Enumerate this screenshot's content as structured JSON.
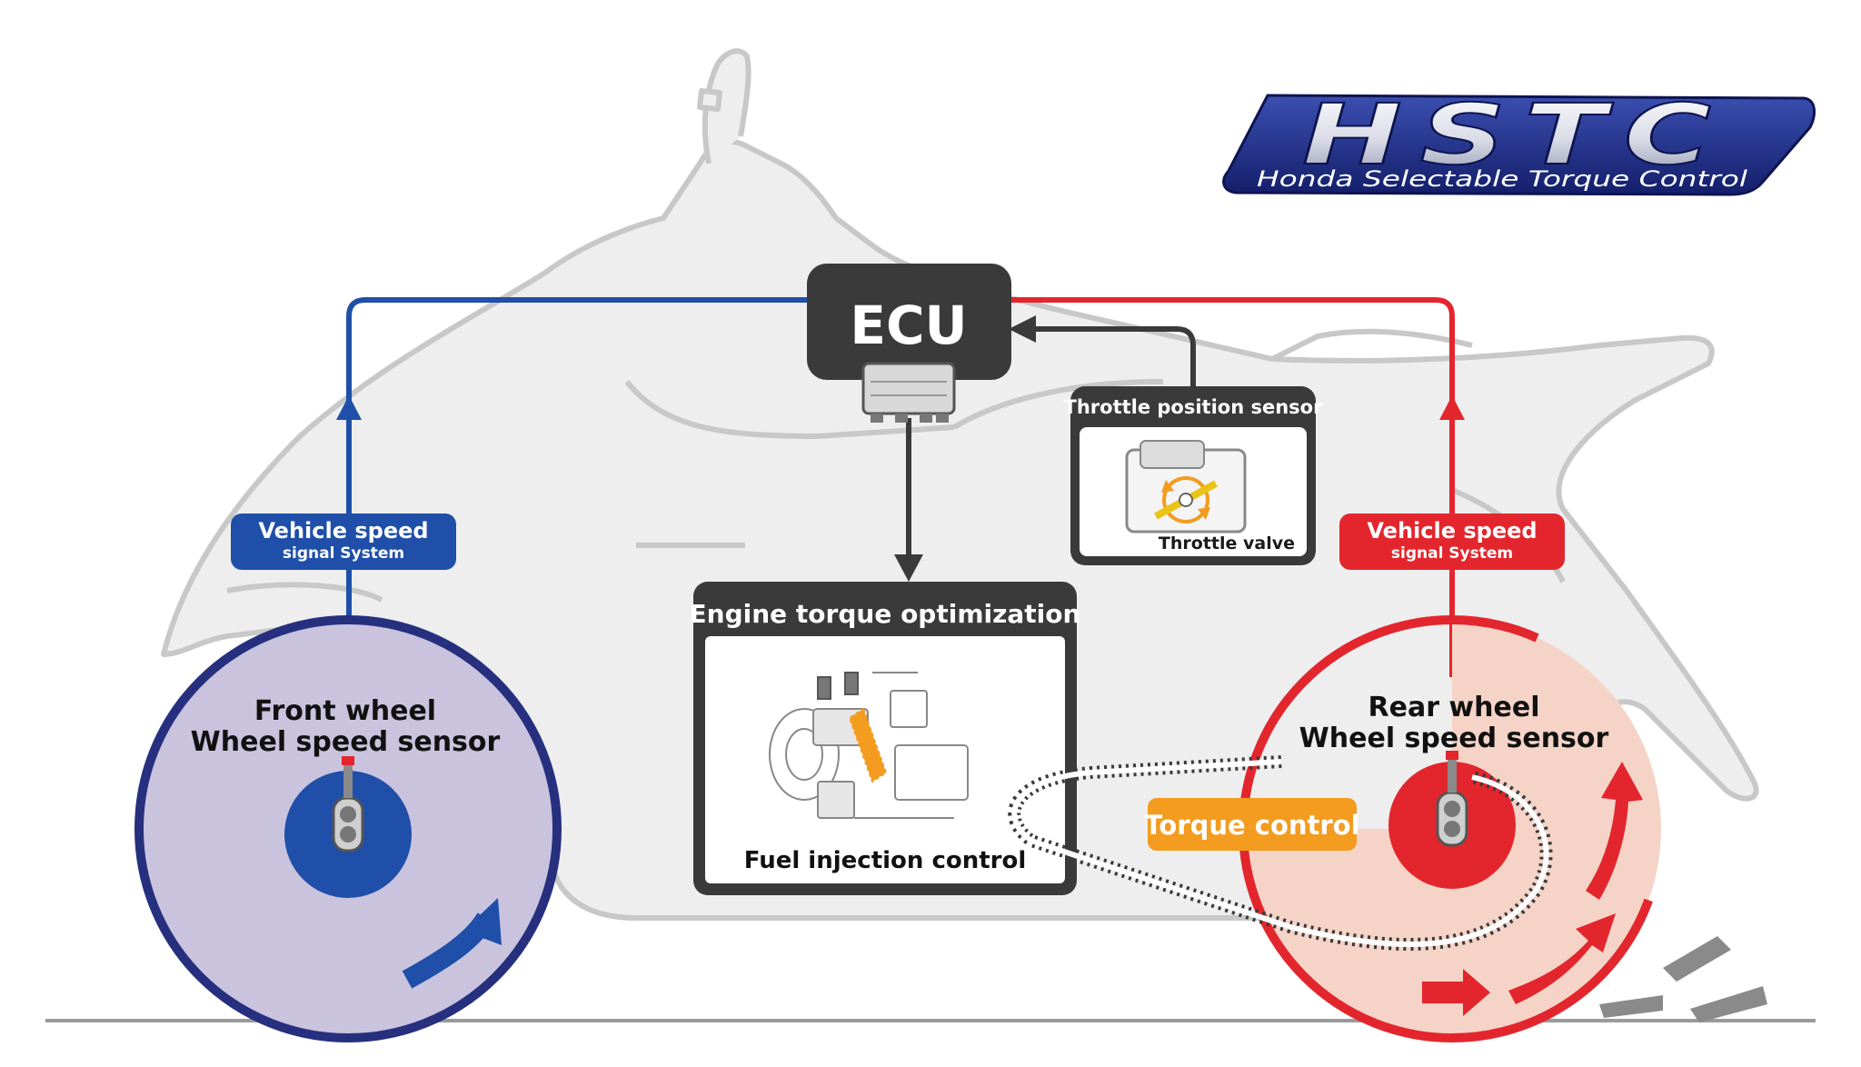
{
  "logo": {
    "wordmark": "HSTC",
    "tagline": "Honda Selectable Torque Control"
  },
  "ecu": {
    "label": "ECU"
  },
  "throttle_sensor": {
    "title": "Throttle position sensor",
    "caption": "Throttle valve"
  },
  "engine_box": {
    "title": "Engine torque optimization",
    "caption": "Fuel injection control"
  },
  "front_signal": {
    "line1": "Vehicle speed",
    "line2": "signal System"
  },
  "rear_signal": {
    "line1": "Vehicle speed",
    "line2": "signal System"
  },
  "front_wheel": {
    "line1": "Front wheel",
    "line2": "Wheel speed sensor"
  },
  "rear_wheel": {
    "line1": "Rear wheel",
    "line2": "Wheel speed sensor"
  },
  "torque_control": {
    "label": "Torque control"
  },
  "colors": {
    "blue": "#1f4fa8",
    "navy": "#26307f",
    "red": "#e3262d",
    "dark": "#3a3a3a",
    "orange": "#f39c1f",
    "silhouette": "#eeeeee",
    "silhouette_stroke": "#c8c8c8",
    "front_fill": "#c9c3de",
    "rear_fill": "#f6d3c7"
  }
}
